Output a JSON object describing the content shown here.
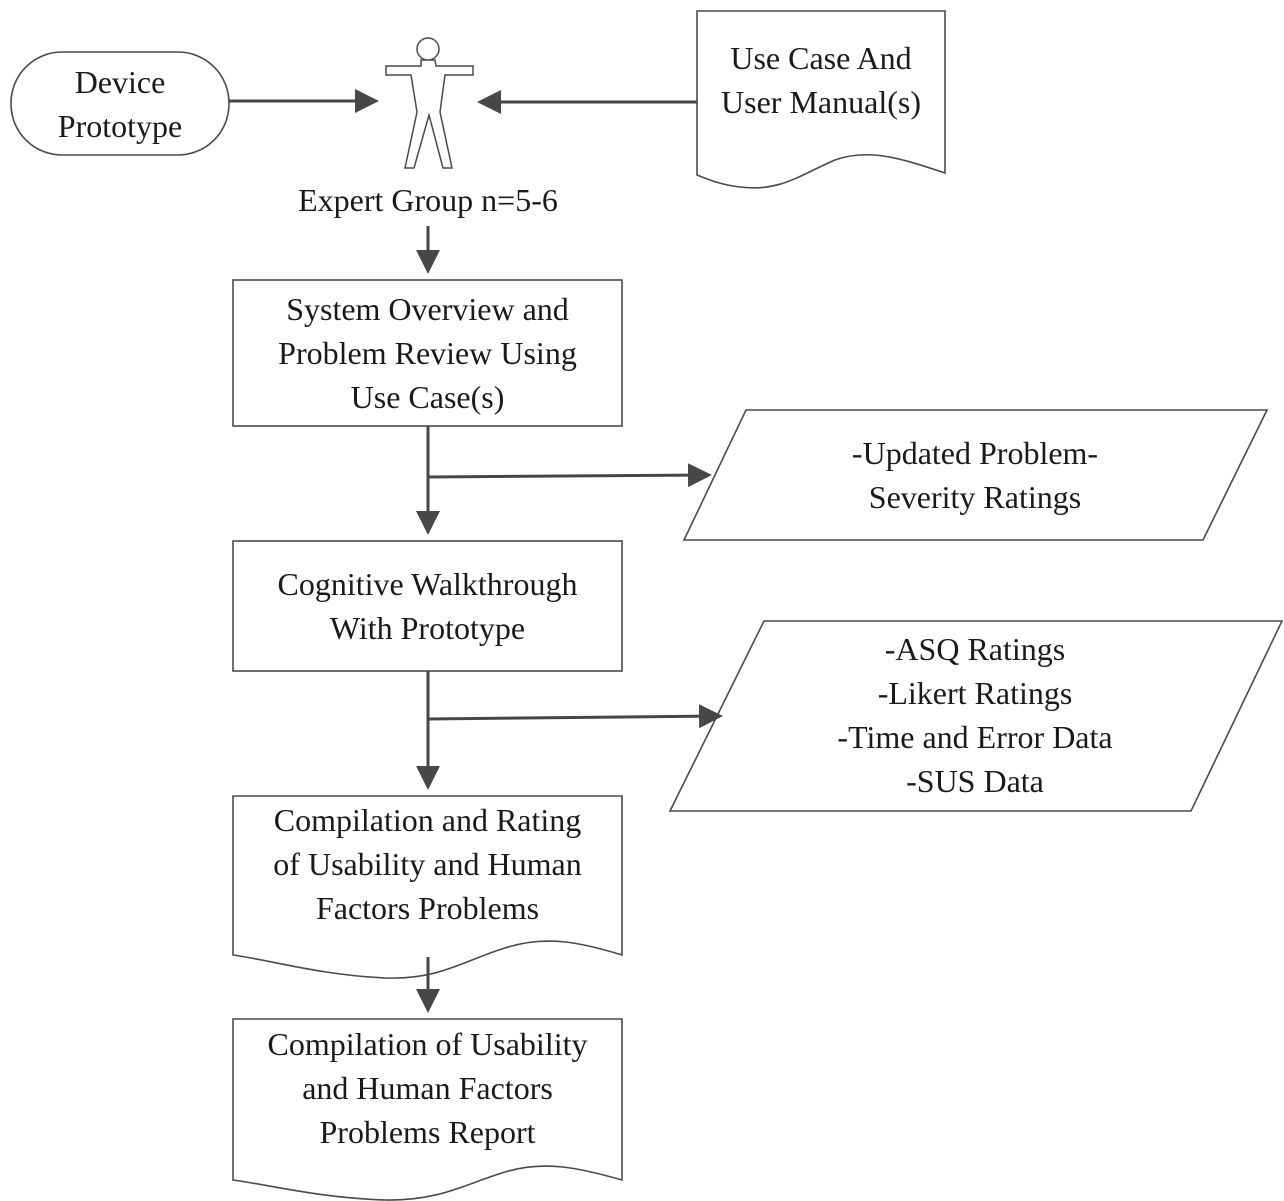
{
  "nodes": {
    "device_prototype": [
      "Device",
      "Prototype"
    ],
    "use_case_manual": [
      "Use Case And",
      "User Manual(s)"
    ],
    "expert_group": [
      "Expert Group n=5-6"
    ],
    "system_overview": [
      "System Overview and",
      "Problem Review Using",
      "Use Case(s)"
    ],
    "severity_ratings": [
      "-Updated Problem-",
      "Severity Ratings"
    ],
    "cognitive_walkthrough": [
      "Cognitive Walkthrough",
      "With Prototype"
    ],
    "ratings_data": [
      "-ASQ Ratings",
      "-Likert Ratings",
      "-Time and Error Data",
      "-SUS Data"
    ],
    "compilation_rating": [
      "Compilation and Rating",
      "of Usability and Human",
      "Factors Problems"
    ],
    "final_report": [
      "Compilation of Usability",
      "and Human Factors",
      "Problems Report"
    ]
  }
}
